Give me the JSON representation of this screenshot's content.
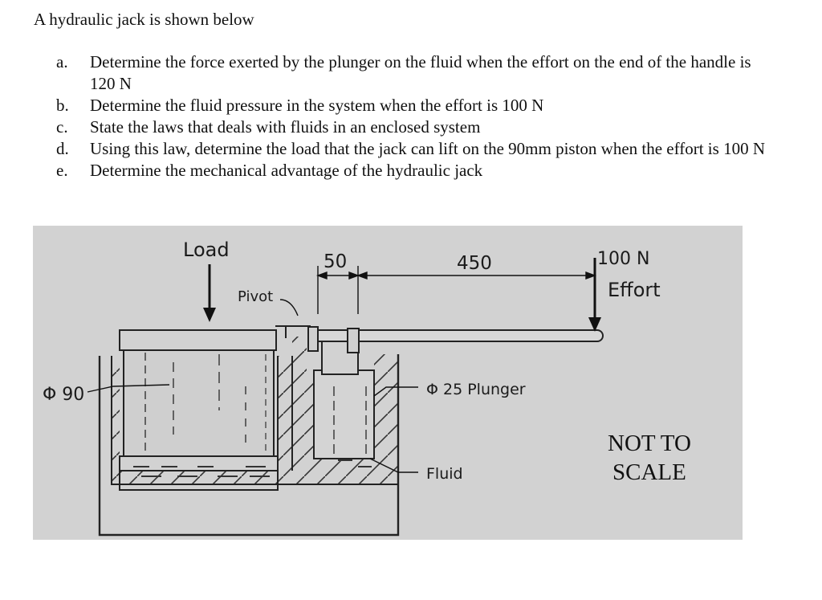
{
  "heading": "A hydraulic jack is shown below",
  "questions": [
    {
      "letter": "a.",
      "text": "Determine the force exerted by the plunger on the fluid when the effort on the end of the handle is 120 N"
    },
    {
      "letter": "b.",
      "text": "Determine the fluid pressure in the system when the effort is 100 N"
    },
    {
      "letter": "c.",
      "text": "State the laws that deals with fluids in an enclosed system"
    },
    {
      "letter": "d.",
      "text": "Using this law, determine the load that the jack can lift on the 90mm piston when the effort is 100 N"
    },
    {
      "letter": "e.",
      "text": "Determine the mechanical advantage of the hydraulic jack"
    }
  ],
  "figure": {
    "load_label": "Load",
    "pivot_label": "Pivot",
    "dim_50": "50",
    "dim_450": "450",
    "effort_force": "100 N",
    "effort_label": "Effort",
    "dia_90": "Φ 90",
    "plunger_label": "Φ 25 Plunger",
    "fluid_label": "Fluid",
    "not_to_scale_1": "NOT TO",
    "not_to_scale_2": "SCALE"
  }
}
